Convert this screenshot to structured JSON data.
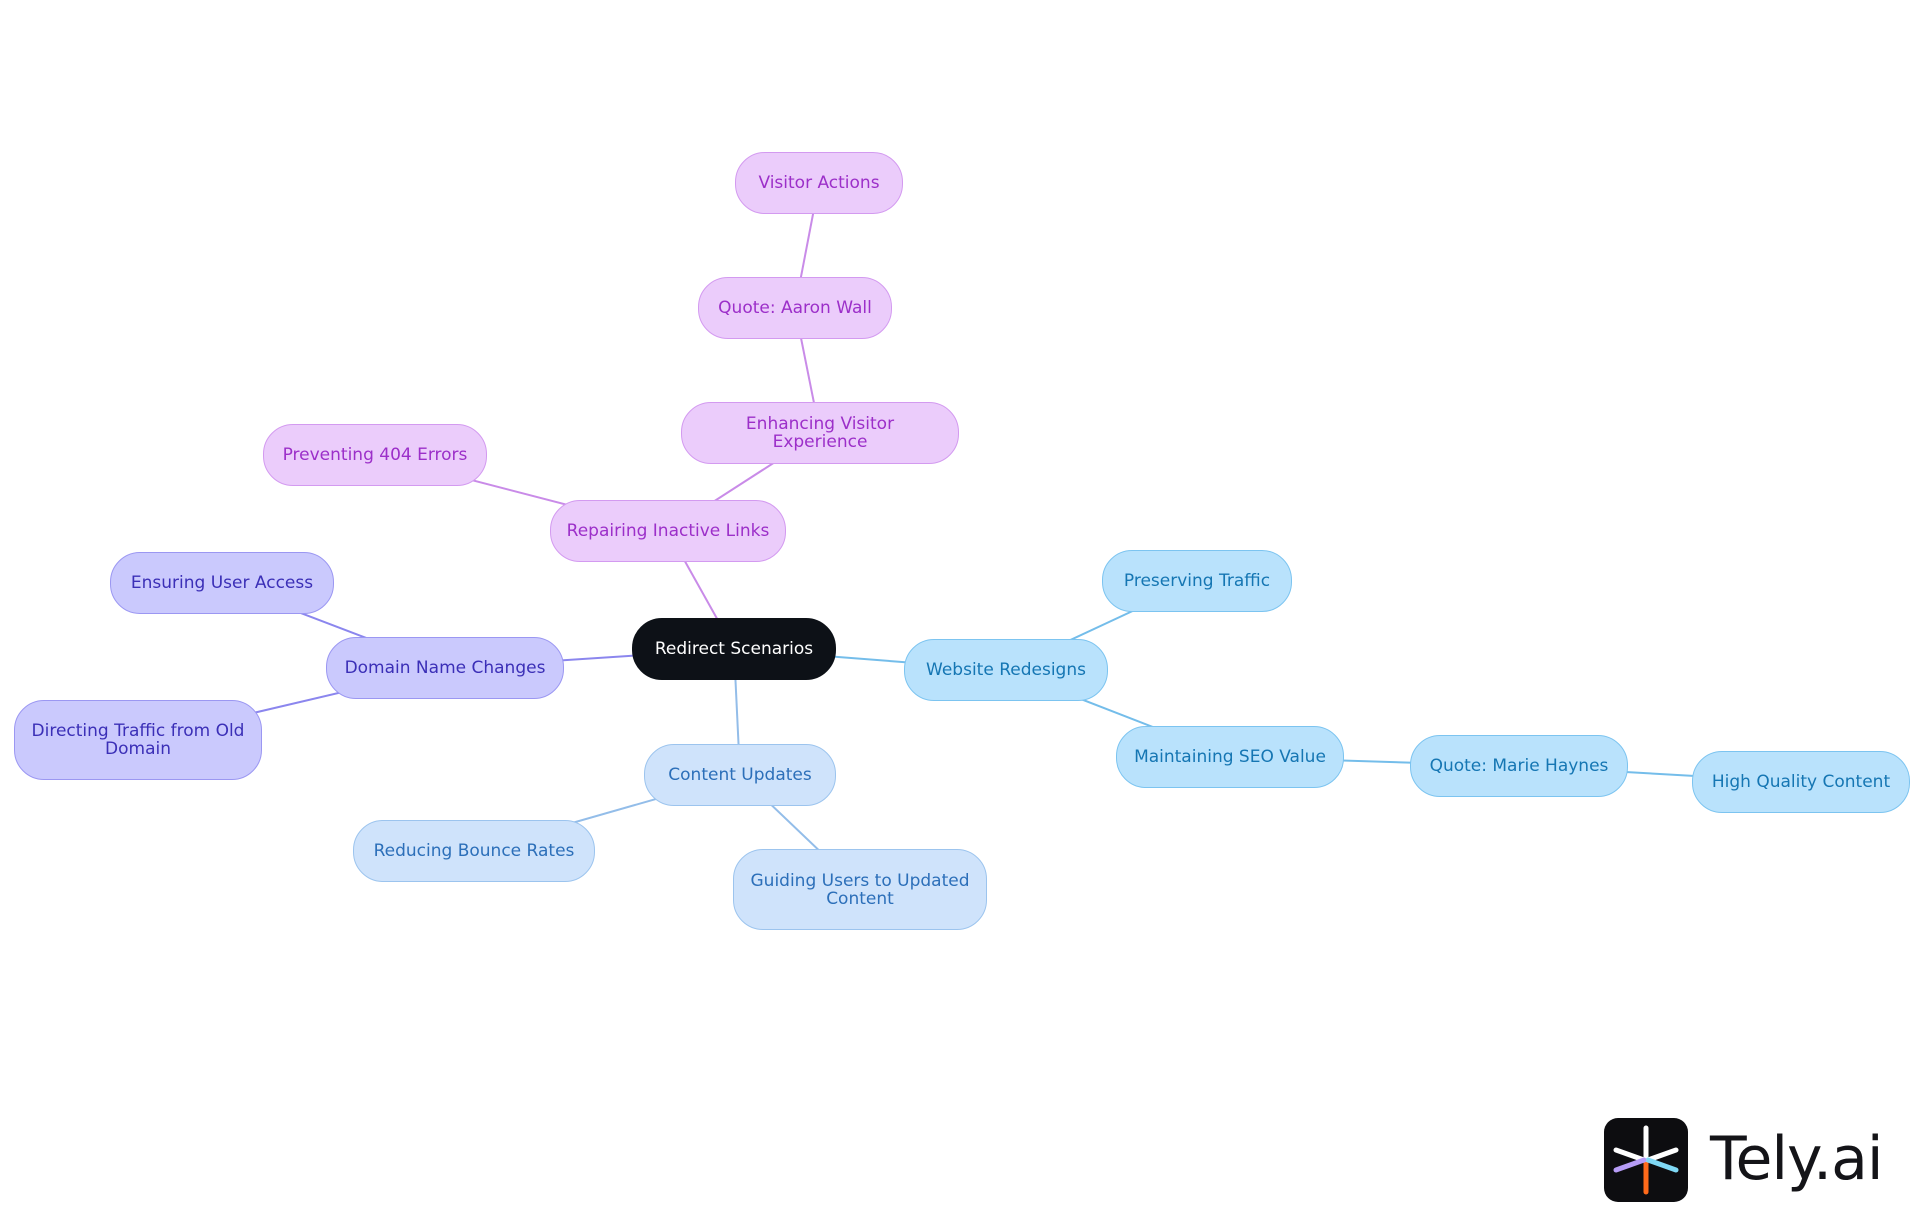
{
  "diagram": {
    "type": "mindmap",
    "root": "Redirect Scenarios",
    "nodes": [
      {
        "id": "root",
        "label": "Redirect Scenarios",
        "theme": "root",
        "parent": null
      },
      {
        "id": "repair",
        "label": "Repairing Inactive Links",
        "theme": "purple",
        "parent": "root"
      },
      {
        "id": "prevent404",
        "label": "Preventing 404 Errors",
        "theme": "purple",
        "parent": "repair"
      },
      {
        "id": "enhance",
        "label": "Enhancing Visitor Experience",
        "theme": "purple",
        "parent": "repair"
      },
      {
        "id": "quoteaaron",
        "label": "Quote: Aaron Wall",
        "theme": "purple",
        "parent": "enhance"
      },
      {
        "id": "visitor",
        "label": "Visitor Actions",
        "theme": "purple",
        "parent": "quoteaaron"
      },
      {
        "id": "domain",
        "label": "Domain Name Changes",
        "theme": "indigo",
        "parent": "root"
      },
      {
        "id": "ensure",
        "label": "Ensuring User Access",
        "theme": "indigo",
        "parent": "domain"
      },
      {
        "id": "directing",
        "label": "Directing Traffic from Old Domain",
        "theme": "indigo",
        "parent": "domain"
      },
      {
        "id": "redesign",
        "label": "Website Redesigns",
        "theme": "sky",
        "parent": "root"
      },
      {
        "id": "preserve",
        "label": "Preserving Traffic",
        "theme": "sky",
        "parent": "redesign"
      },
      {
        "id": "seo",
        "label": "Maintaining SEO Value",
        "theme": "sky",
        "parent": "redesign"
      },
      {
        "id": "quotemarie",
        "label": "Quote: Marie Haynes",
        "theme": "sky",
        "parent": "seo"
      },
      {
        "id": "hq",
        "label": "High Quality Content",
        "theme": "sky",
        "parent": "quotemarie"
      },
      {
        "id": "content",
        "label": "Content Updates",
        "theme": "pale",
        "parent": "root"
      },
      {
        "id": "bounce",
        "label": "Reducing Bounce Rates",
        "theme": "pale",
        "parent": "content"
      },
      {
        "id": "guiding",
        "label": "Guiding Users to Updated Content",
        "theme": "pale",
        "parent": "content"
      }
    ],
    "edge_colors": {
      "purple": "#c98be8",
      "indigo": "#8b86ee",
      "sky": "#74bdea",
      "pale": "#93bde9"
    }
  },
  "logo": {
    "text": "Tely.ai",
    "icon": "tely-spark-icon",
    "ray_colors": [
      "#ffffff",
      "#ff6a1a",
      "#7fd8f5",
      "#b69cf6"
    ]
  }
}
